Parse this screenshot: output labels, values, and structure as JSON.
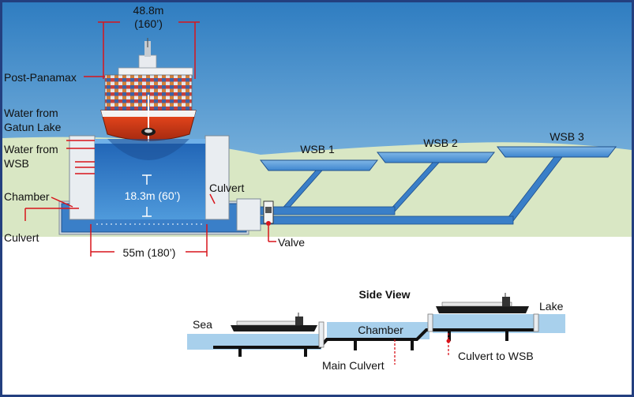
{
  "labels": {
    "width_m": "48.8m",
    "width_ft": "(160’)",
    "vessel": "Post-Panamax",
    "water_gatun_1": "Water from",
    "water_gatun_2": "Gatun Lake",
    "water_wsb_1": "Water from",
    "water_wsb_2": "WSB",
    "chamber": "Chamber",
    "culvert_left": "Culvert",
    "culvert_right": "Culvert",
    "depth": "18.3m (60’)",
    "length": "55m (180’)",
    "valve": "Valve",
    "wsb1": "WSB 1",
    "wsb2": "WSB 2",
    "wsb3": "WSB 3"
  },
  "side_view": {
    "title": "Side View",
    "sea": "Sea",
    "lake": "Lake",
    "chamber": "Chamber",
    "main_culvert": "Main Culvert",
    "culvert_to_wsb": "Culvert to WSB"
  },
  "colors": {
    "annotation_red": "#d8141b",
    "water_blue": "#3a7fc8",
    "sky_blue": "#3a86c4",
    "land_green": "#d9e7c4",
    "frame": "#233f7f"
  }
}
